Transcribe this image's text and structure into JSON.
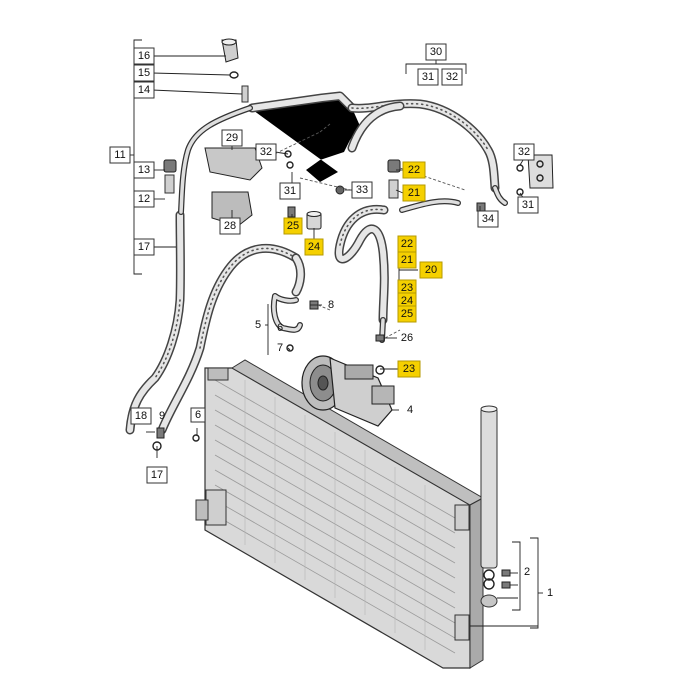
{
  "colors": {
    "highlight": "#f5d000",
    "line": "#222222",
    "hose_fill": "#e6e6e6",
    "condenser_fill": "#d9d9d9"
  },
  "callouts": {
    "n1": "1",
    "n2": "2",
    "n4": "4",
    "n5": "5",
    "n6": "6",
    "n7": "7",
    "n8": "8",
    "n6b": "6",
    "n9": "9",
    "n11": "11",
    "n12": "12",
    "n13": "13",
    "n14": "14",
    "n15": "15",
    "n16": "16",
    "n17a": "17",
    "n17b": "17",
    "n18": "18",
    "n20": "20",
    "n21a": "21",
    "n21b": "21",
    "n22a": "22",
    "n22b": "22",
    "n23a": "23",
    "n23b": "23",
    "n24a": "24",
    "n24b": "24",
    "n25a": "25",
    "n25b": "25",
    "n26": "26",
    "n28": "28",
    "n29": "29",
    "n30": "30",
    "n31a": "31",
    "n31b": "31",
    "n31c": "31",
    "n32a": "32",
    "n32b": "32",
    "n32c": "32",
    "n33": "33",
    "n34": "34"
  },
  "icons": {
    "condenser": "condenser-icon",
    "compressor": "compressor-icon",
    "receiver_drier": "receiver-drier-icon",
    "pressure_switch": "pressure-switch-icon",
    "service_valve": "service-valve-icon",
    "bolt": "bolt-icon",
    "o_ring": "o-ring-icon",
    "bracket": "bracket-icon",
    "valve_cap": "valve-cap-icon",
    "filter": "filter-icon"
  }
}
